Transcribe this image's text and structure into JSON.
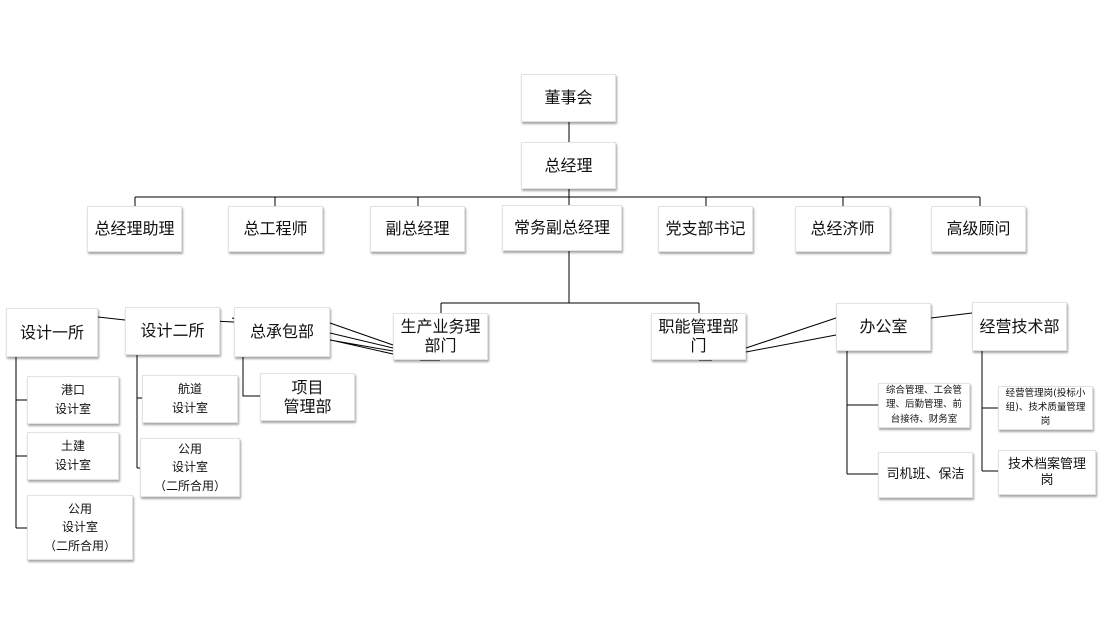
{
  "nodes": {
    "board": "董事会",
    "gm": "总经理",
    "gm_assistant": "总经理助理",
    "chief_engineer": "总工程师",
    "deputy_gm": "副总经理",
    "exec_deputy_gm": "常务副总经理",
    "party_secretary": "党支部书记",
    "chief_economist": "总经济师",
    "senior_advisor": "高级顾问",
    "design_inst_1": "设计一所",
    "design_inst_2": "设计二所",
    "general_contracting": "总承包部",
    "production_dept": "生产业务理\n部门",
    "functional_dept": "职能管理部\n门",
    "office": "办公室",
    "business_tech": "经营技术部",
    "port_design": "港口\n设计室",
    "civil_design": "土建\n设计室",
    "public_design_1": "公用\n设计室\n（二所合用）",
    "channel_design": "航道\n设计室",
    "public_design_2": "公用\n设计室\n（二所合用）",
    "project_mgmt": "项目\n管理部",
    "admin_services": "综合管理、工会管理、后勤管理、前台接待、财务室",
    "drivers_cleaning": "司机班、保洁",
    "business_mgmt": "经营管理岗(投标小组)、技术质量管理岗",
    "tech_archive": "技术档案管理岗"
  }
}
